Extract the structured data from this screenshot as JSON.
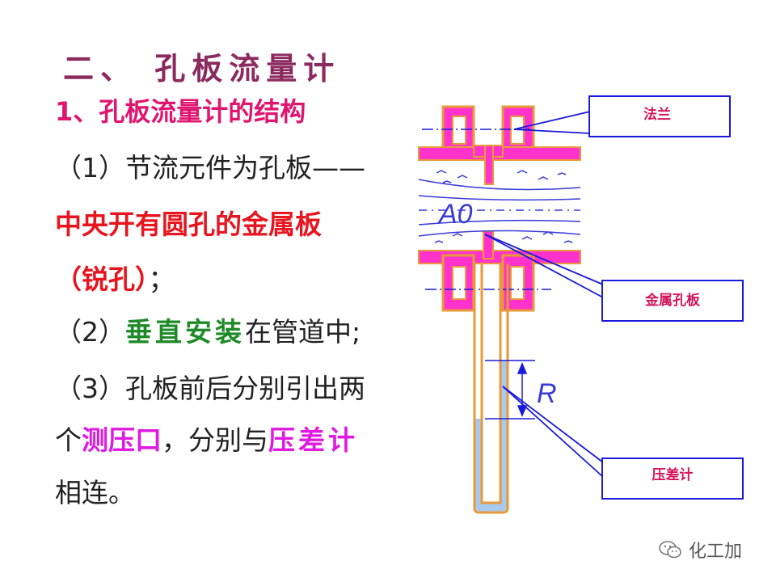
{
  "title": "二、 孔板流量计",
  "subtitle": "1、孔板流量计的结构",
  "lines": {
    "l1": "（1）节流元件为孔板——",
    "l2": "中央开有圆孔的金属板",
    "l3_bold": "（锐孔）",
    "l3_tail": "；",
    "l4_head": "（2）",
    "l4_green": "垂直安装",
    "l4_tail": "在管道中;",
    "l5": "（3）孔板前后分别引出两",
    "l6_head": "个",
    "l6_magenta": "测压口",
    "l6_mid": "，分别与",
    "l6_gauge": "压差计",
    "l7": "相连。"
  },
  "callouts": {
    "flange": "法兰",
    "plate": "金属孔板",
    "gauge": "压差计"
  },
  "diagram_labels": {
    "area": "A0",
    "reading": "R"
  },
  "watermark": "化工加",
  "colors": {
    "flange": "#ff33cc",
    "pipe_outline": "#e89a3a",
    "liquid": "#a9c8ee",
    "leader": "#1a1adb"
  }
}
